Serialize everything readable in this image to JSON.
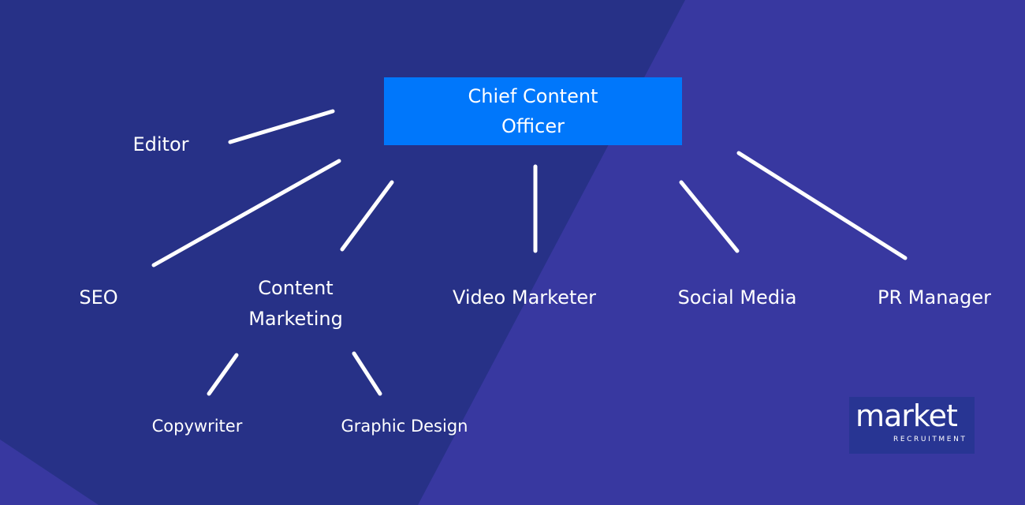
{
  "colors": {
    "background_dark": "#273187",
    "background_light": "#3838a0",
    "root_box": "#0077fb",
    "text": "#ffffff",
    "logo_bg": "#283593"
  },
  "root": {
    "line1": "Chief Content",
    "line2": "Officer"
  },
  "nodes": {
    "editor": "Editor",
    "seo": "SEO",
    "content_marketing_1": "Content",
    "content_marketing_2": "Marketing",
    "video": "Video Marketer",
    "social": "Social Media",
    "pr": "PR Manager",
    "copywriter": "Copywriter",
    "graphic": "Graphic Design"
  },
  "logo": {
    "word": "market",
    "sub": "RECRUITMENT"
  }
}
